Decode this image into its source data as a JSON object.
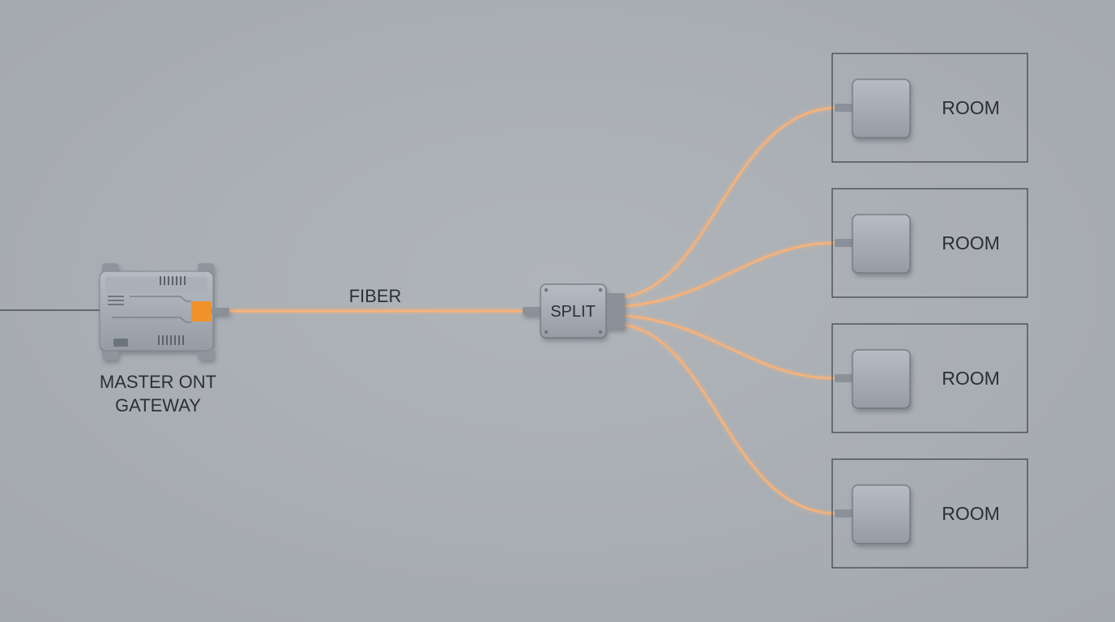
{
  "gateway": {
    "line1": "MASTER ONT",
    "line2": "GATEWAY",
    "port_color": "#f0922c"
  },
  "fiber": {
    "label": "FIBER",
    "color": "#f6b27a",
    "glow_color": "#ffd9b2"
  },
  "splitter": {
    "label": "SPLIT"
  },
  "rooms": [
    {
      "label": "ROOM"
    },
    {
      "label": "ROOM"
    },
    {
      "label": "ROOM"
    },
    {
      "label": "ROOM"
    }
  ],
  "colors": {
    "background": "#a8adb3",
    "device_body": "#a3aab2",
    "outline": "#3a4048",
    "text": "#2b3036"
  }
}
